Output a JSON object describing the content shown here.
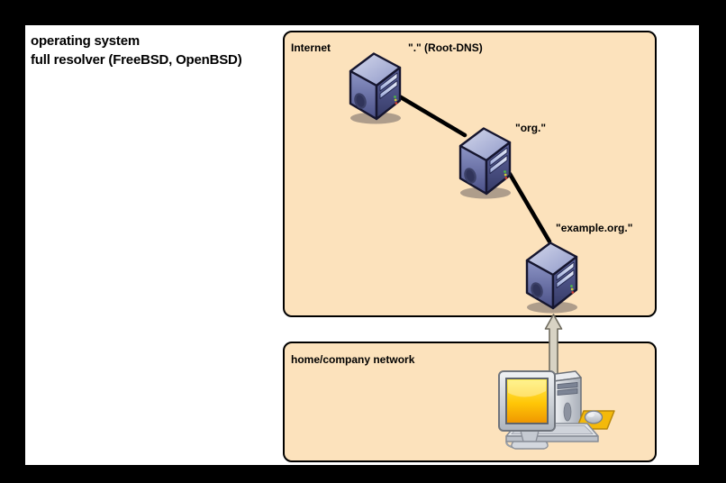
{
  "window": {
    "outer_background": "#000000",
    "page_background": "#ffffff"
  },
  "title": {
    "line1": "operating system",
    "line2": "full resolver (FreeBSD, OpenBSD)"
  },
  "zones": {
    "internet": {
      "label": "Internet",
      "fill": "#fce2bc",
      "border": "#000000"
    },
    "home": {
      "label": "home/company network",
      "fill": "#fce2bc",
      "border": "#000000"
    }
  },
  "nodes": {
    "root_dns": {
      "label": "\".\" (Root-DNS)",
      "icon": "server-tower-icon"
    },
    "org": {
      "label": "\"org.\"",
      "icon": "server-tower-icon"
    },
    "example_org": {
      "label": "\"example.org.\"",
      "icon": "server-tower-icon"
    },
    "client": {
      "icon": "desktop-computer-icon"
    }
  },
  "connections": [
    {
      "from": "root_dns",
      "to": "org",
      "style": "thick-black-line"
    },
    {
      "from": "org",
      "to": "example_org",
      "style": "thick-black-line"
    },
    {
      "from": "client",
      "to": "example_org",
      "style": "up-arrow"
    }
  ],
  "colors": {
    "server_top": "#b9bfdd",
    "server_front": "#6a72a8",
    "server_side": "#434877",
    "line": "#000000",
    "arrow_fill": "#d8d3c4",
    "arrow_stroke": "#6f6b5e",
    "screen_yellow_top": "#ffee55",
    "screen_yellow_bottom": "#ef9500",
    "mousepad_yellow": "#f4b90a",
    "computer_gray": "#ccd1d8"
  }
}
